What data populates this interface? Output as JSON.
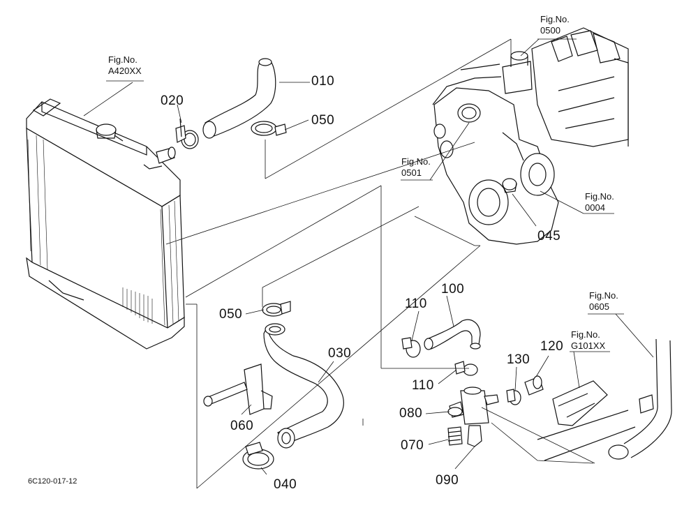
{
  "figure_refs": [
    {
      "key": "a420",
      "line1": "Fig.No.",
      "line2": "A420XX"
    },
    {
      "key": "f0500",
      "line1": "Fig.No.",
      "line2": "0500"
    },
    {
      "key": "f0501",
      "line1": "Fig.No.",
      "line2": "0501"
    },
    {
      "key": "f0004",
      "line1": "Fig.No.",
      "line2": "0004"
    },
    {
      "key": "f0605",
      "line1": "Fig.No.",
      "line2": "0605"
    },
    {
      "key": "g101",
      "line1": "Fig.No.",
      "line2": "G101XX"
    }
  ],
  "parts": {
    "p010": "010",
    "p020": "020",
    "p050a": "050",
    "p050b": "050",
    "p045": "045",
    "p110a": "110",
    "p100": "100",
    "p110b": "110",
    "p030": "030",
    "p130": "130",
    "p120": "120",
    "p080": "080",
    "p060": "060",
    "p070": "070",
    "p040": "040",
    "p090": "090"
  },
  "drawing_code": "6C120-017-12"
}
